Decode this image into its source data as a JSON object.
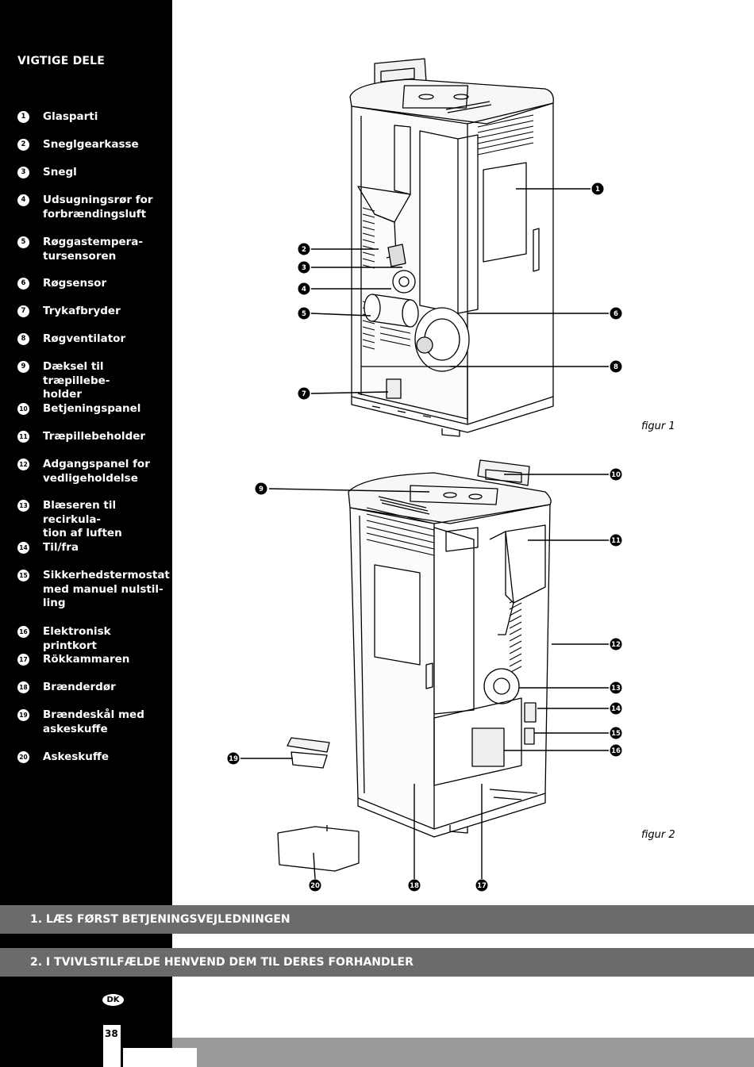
{
  "sidebar": {
    "heading": "VIGTIGE DELE",
    "parts": [
      {
        "num": "1",
        "label": "Glasparti"
      },
      {
        "num": "2",
        "label": "Sneglgearkasse"
      },
      {
        "num": "3",
        "label": "Snegl"
      },
      {
        "num": "4",
        "label": "Udsugningsrør for\nforbrændingsluft"
      },
      {
        "num": "5",
        "label": "Røggastempera-\ntursensoren"
      },
      {
        "num": "6",
        "label": "Røgsensor"
      },
      {
        "num": "7",
        "label": "Trykafbryder"
      },
      {
        "num": "8",
        "label": "Røgventilator"
      },
      {
        "num": "9",
        "label": "Dæksel til træpillebe-\nholder"
      },
      {
        "num": "10",
        "label": "Betjeningspanel"
      },
      {
        "num": "11",
        "label": "Træpillebeholder"
      },
      {
        "num": "12",
        "label": "Adgangspanel for\nvedligeholdelse"
      },
      {
        "num": "13",
        "label": "Blæseren til recirkula-\ntion af luften"
      },
      {
        "num": "14",
        "label": "Til/fra"
      },
      {
        "num": "15",
        "label": "Sikkerhedstermostat\nmed manuel nulstil-\nling"
      },
      {
        "num": "16",
        "label": "Elektronisk printkort"
      },
      {
        "num": "17",
        "label": "Rökkammaren"
      },
      {
        "num": "18",
        "label": "Brænderdør"
      },
      {
        "num": "19",
        "label": "Brændeskål med\naskeskuffe"
      },
      {
        "num": "20",
        "label": "Askeskuffe"
      }
    ]
  },
  "figures": {
    "figure1_caption": "figur 1",
    "figure2_caption": "figur 2"
  },
  "instructions": {
    "first": "1. LÆS FØRST BETJENINGSVEJLEDNINGEN",
    "second": "2. I TVIVLSTILFÆLDE HENVEND DEM TIL DERES FORHANDLER"
  },
  "footer": {
    "country_badge": "DK",
    "page_number": "38"
  }
}
